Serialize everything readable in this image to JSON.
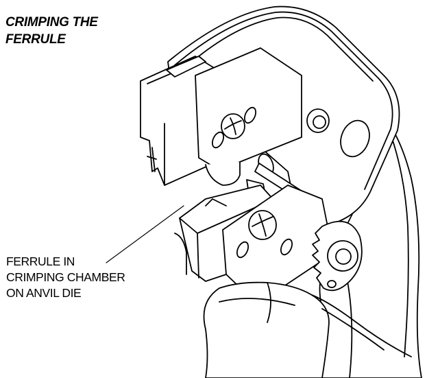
{
  "title": {
    "line1": "CRIMPING THE",
    "line2": "FERRULE"
  },
  "callout": {
    "line1": "FERRULE IN",
    "line2": "CRIMPING CHAMBER",
    "line3": "ON ANVIL DIE"
  }
}
